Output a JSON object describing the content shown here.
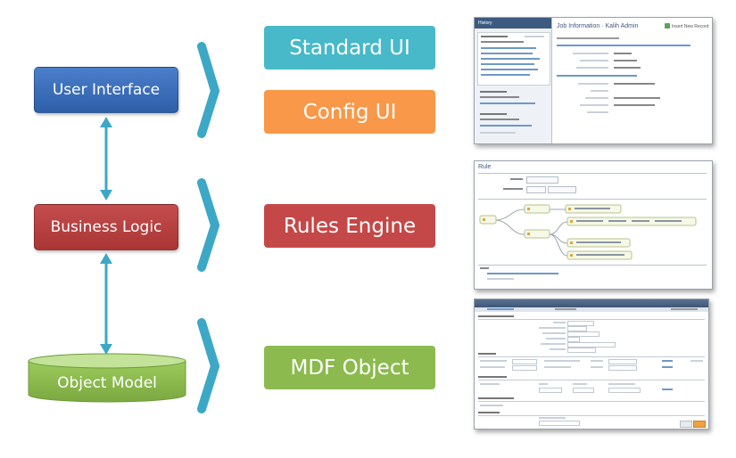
{
  "left_column": {
    "user_interface": "User Interface",
    "business_logic": "Business Logic",
    "object_model": "Object Model"
  },
  "middle_column": {
    "standard_ui": "Standard UI",
    "config_ui": "Config UI",
    "rules_engine": "Rules Engine",
    "mdf_object": "MDF Object"
  },
  "screenshots": {
    "job_info": {
      "side_title": "History",
      "title": "Job Information · Kalih Admin",
      "action": "Insert New Record"
    },
    "rule": {
      "title": "Rule"
    }
  },
  "colors": {
    "user_interface": "#3a6dbb",
    "business_logic": "#b94141",
    "object_model": "#8cba4e",
    "standard_ui": "#47b9c9",
    "config_ui": "#f89848",
    "rules_engine": "#c54848",
    "mdf_object": "#8cba4e",
    "connector": "#3ca8c6"
  }
}
